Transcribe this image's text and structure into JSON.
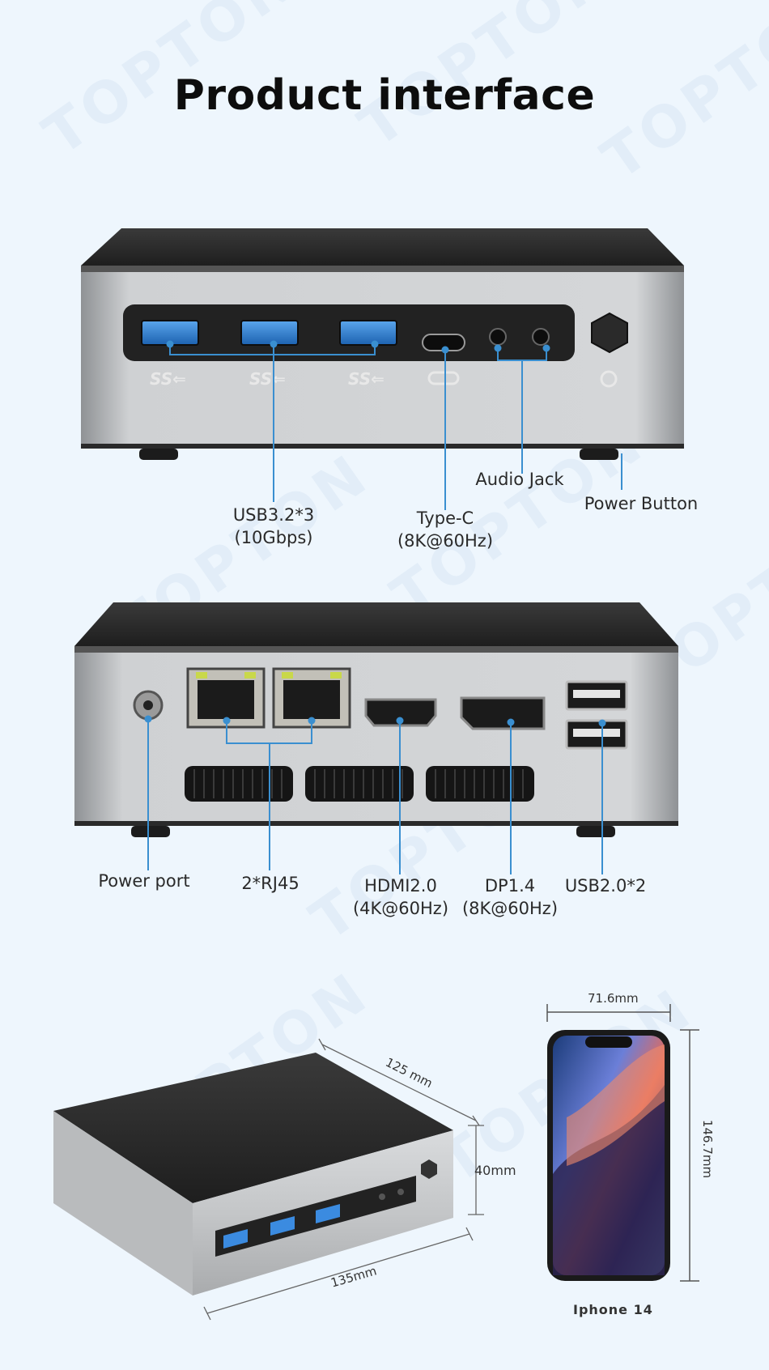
{
  "page": {
    "title": "Product interface",
    "watermark": "TOPTON"
  },
  "front_panel": {
    "labels": {
      "usb32": "USB3.2*3",
      "usb32_speed": "(10Gbps)",
      "typec": "Type-C",
      "typec_spec": "(8K@60Hz)",
      "audio": "Audio Jack",
      "power_button": "Power Button"
    }
  },
  "rear_panel": {
    "labels": {
      "power_port": "Power port",
      "rj45": "2*RJ45",
      "hdmi": "HDMI2.0",
      "hdmi_spec": "(4K@60Hz)",
      "dp": "DP1.4",
      "dp_spec": "(8K@60Hz)",
      "usb20": "USB2.0*2"
    }
  },
  "dimensions": {
    "depth": "125 mm",
    "height": "40mm",
    "width": "135mm",
    "phone_width": "71.6mm",
    "phone_height": "146.7mm",
    "phone_name": "Iphone 14"
  },
  "colors": {
    "accent": "#3a8fd0",
    "usb_blue": "#2b79c9",
    "case_silver": "#c9cbcd",
    "case_top": "#2a2a2a"
  }
}
